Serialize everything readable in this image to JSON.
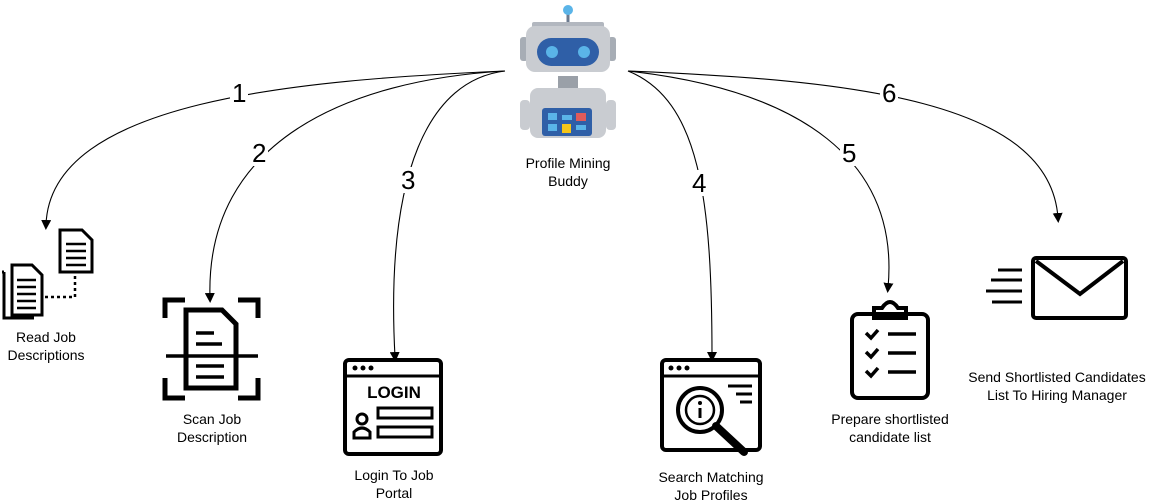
{
  "center": {
    "label_line1": "Profile Mining",
    "label_line2": "Buddy",
    "icon": "robot-icon"
  },
  "steps": [
    {
      "number": "1",
      "label_line1": "Read Job",
      "label_line2": "Descriptions",
      "icon": "documents-icon"
    },
    {
      "number": "2",
      "label_line1": "Scan Job",
      "label_line2": "Description",
      "icon": "document-scan-icon"
    },
    {
      "number": "3",
      "label_line1": "Login To Job",
      "label_line2": "Portal",
      "icon": "login-window-icon",
      "icon_text": "LOGIN"
    },
    {
      "number": "4",
      "label_line1": "Search Matching",
      "label_line2": "Job Profiles",
      "icon": "search-window-icon"
    },
    {
      "number": "5",
      "label_line1": "Prepare shortlisted",
      "label_line2": "candidate list",
      "icon": "checklist-clipboard-icon"
    },
    {
      "number": "6",
      "label_line1": "Send Shortlisted Candidates",
      "label_line2": "List To Hiring Manager",
      "icon": "send-mail-icon"
    }
  ],
  "colors": {
    "robot_body": "#c9ccd1",
    "robot_face": "#2f5fa7",
    "robot_accent": "#5ab4e8",
    "robot_yellow": "#f5c518",
    "line": "#000000"
  }
}
